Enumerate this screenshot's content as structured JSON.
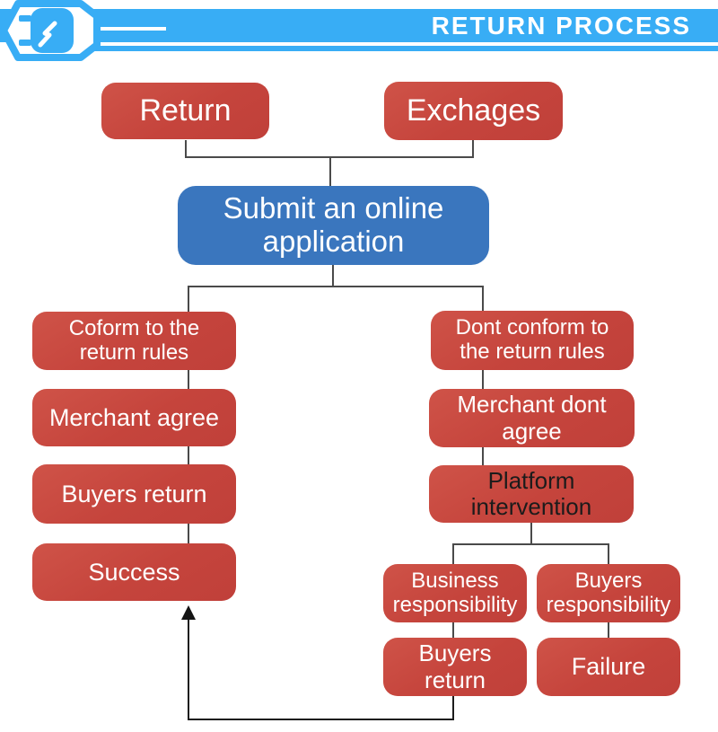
{
  "header": {
    "title": "RETURN PROCESS",
    "logo_icon": "hexagon-lightning-logo",
    "band_color": "#38adf5"
  },
  "colors": {
    "node_red": "#c5443c",
    "node_blue": "#3a76be",
    "banner_cyan": "#38adf5",
    "connector_gray": "#4a4a4a",
    "feedback_black": "#1d1d1d",
    "platform_text": "#1b1b1b",
    "node_text": "#ffffff"
  },
  "flowchart": {
    "nodes": {
      "return": {
        "label": "Return"
      },
      "exchanges": {
        "label": "Exchages"
      },
      "submit": {
        "line1": "Submit an online",
        "line2": "application"
      },
      "conform": {
        "line1": "Coform to the",
        "line2": "return rules"
      },
      "dont_conform": {
        "line1": "Dont conform to",
        "line2": "the return rules"
      },
      "merchant_agree": {
        "label": "Merchant agree"
      },
      "merchant_dont_agree": {
        "line1": "Merchant dont",
        "line2": "agree"
      },
      "buyers_return_left": {
        "label": "Buyers return"
      },
      "platform": {
        "line1": "Platform",
        "line2": "intervention"
      },
      "success": {
        "label": "Success"
      },
      "business_responsibility": {
        "line1": "Business",
        "line2": "responsibility"
      },
      "buyers_responsibility": {
        "line1": "Buyers",
        "line2": "responsibility"
      },
      "buyers_return_bottom": {
        "line1": "Buyers",
        "line2": "return"
      },
      "failure": {
        "label": "Failure"
      }
    }
  }
}
